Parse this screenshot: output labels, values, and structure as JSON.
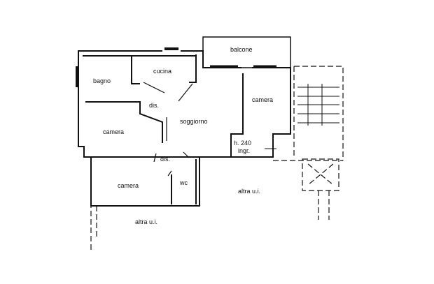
{
  "rooms": {
    "bagno": "bagno",
    "cucina": "cucina",
    "balcone": "balcone",
    "camera_right": "camera",
    "dis_upper": "dis.",
    "soggiorno": "soggiorno",
    "camera_left": "camera",
    "height_note": "h. 240",
    "ingresso": "ingr.",
    "dis_lower": "dis.",
    "camera_bottom": "camera",
    "wc": "wc",
    "altra_ui_right": "altra u.i.",
    "altra_ui_bottom": "altra u.i."
  },
  "colors": {
    "wall": "#111111",
    "background": "#ffffff"
  }
}
